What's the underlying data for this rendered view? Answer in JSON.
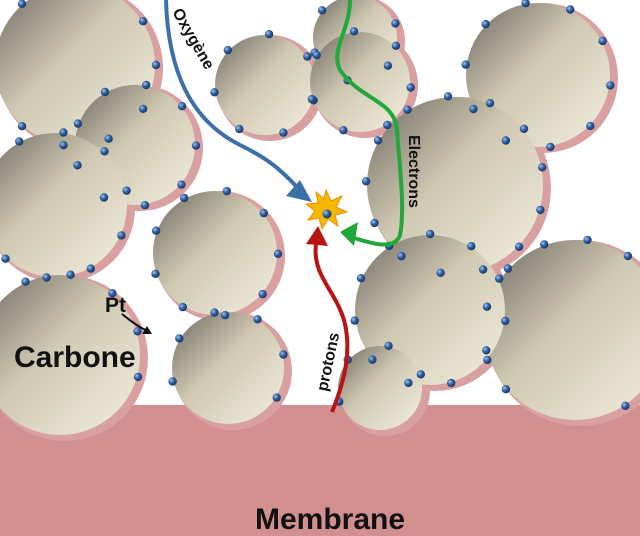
{
  "labels": {
    "oxygen": "Oxygène",
    "electrons": "Electrons",
    "protons": "protons",
    "pt": "Pt",
    "carbon": "Carbone",
    "membrane": "Membrane"
  },
  "colors": {
    "membrane": "#d28f8f",
    "ionomer": "#d8a0a0",
    "pt_particle": "#2f5d9c",
    "oxygen_arrow": "#3d6fa8",
    "electron_arrow": "#22a83a",
    "proton_arrow": "#b81414",
    "reaction_site": "#f5b800"
  },
  "icons": {
    "reaction_site": "star-burst-icon"
  }
}
